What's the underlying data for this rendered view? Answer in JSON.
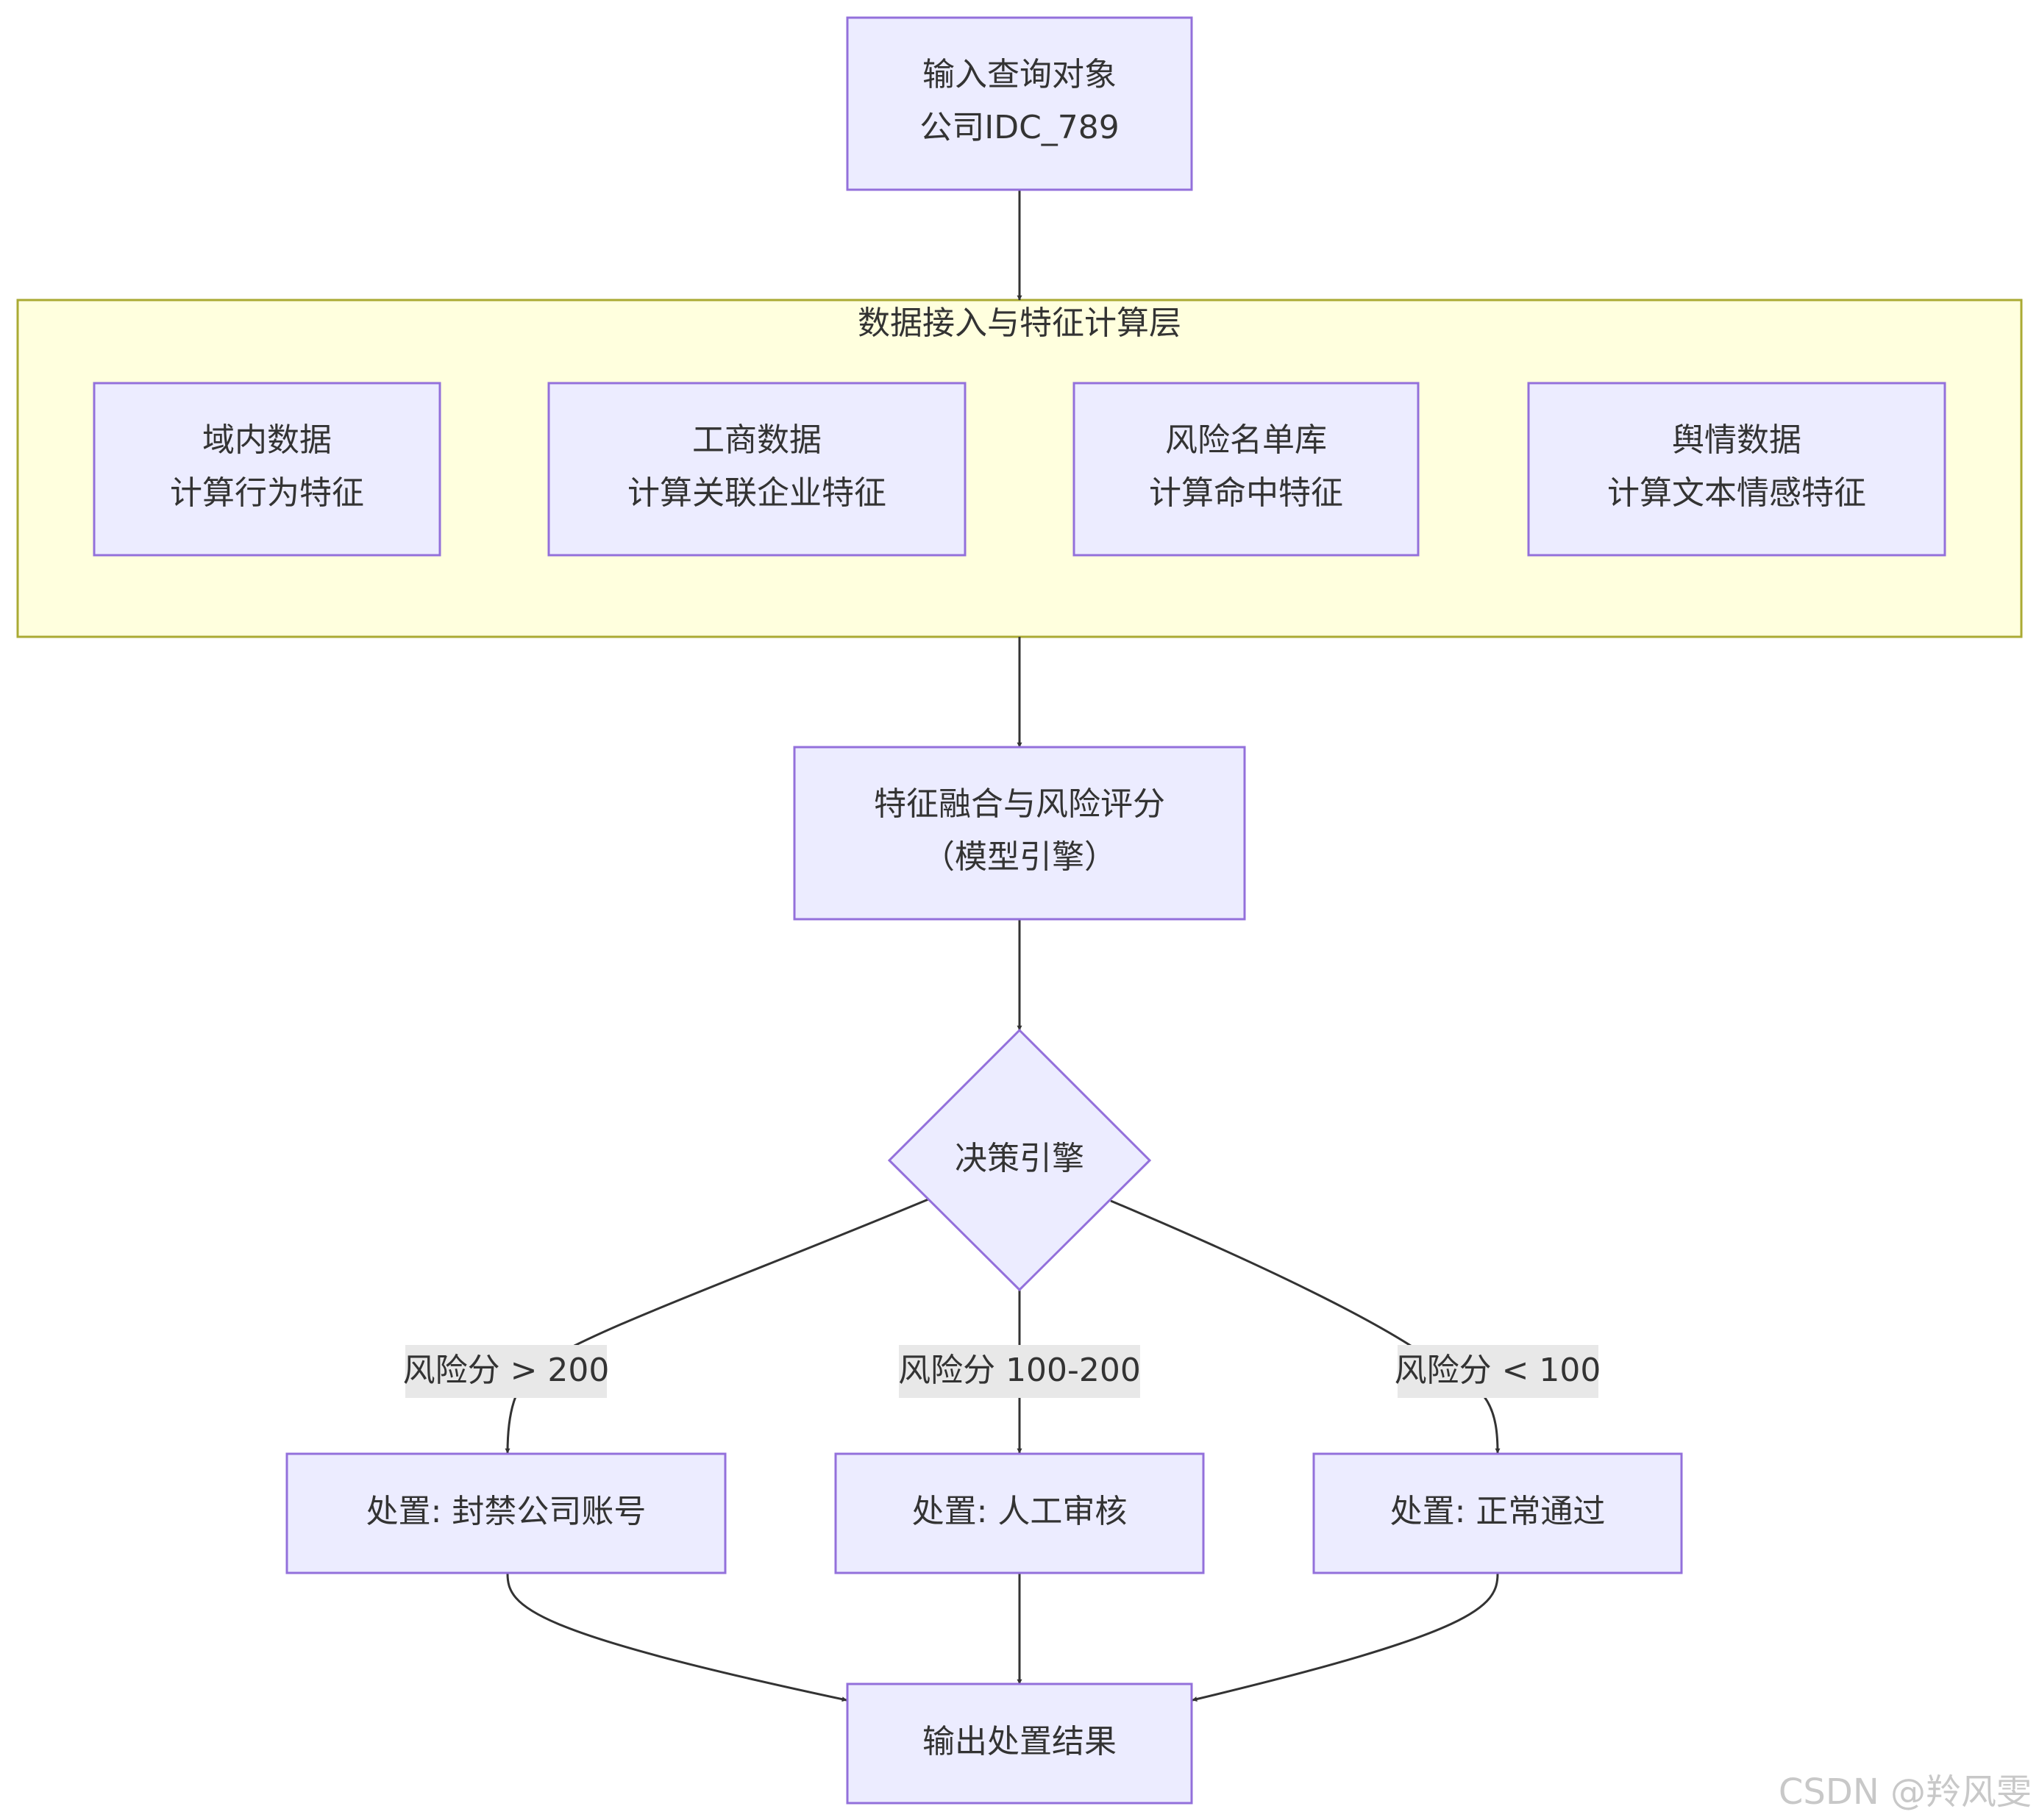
{
  "nodes": {
    "input": {
      "lines": [
        "输入查询对象",
        "公司IDC_789"
      ]
    },
    "layer": {
      "title": "数据接入与特征计算层"
    },
    "internal": {
      "lines": [
        "域内数据",
        "计算行为特征"
      ]
    },
    "business": {
      "lines": [
        "工商数据",
        "计算关联企业特征"
      ]
    },
    "risklist": {
      "lines": [
        "风险名单库",
        "计算命中特征"
      ]
    },
    "sentiment": {
      "lines": [
        "舆情数据",
        "计算文本情感特征"
      ]
    },
    "fusion": {
      "lines": [
        "特征融合与风险评分",
        "（模型引擎）"
      ]
    },
    "decision": {
      "label": "决策引擎"
    },
    "ban": {
      "label": "处置: 封禁公司账号"
    },
    "review": {
      "label": "处置: 人工审核"
    },
    "pass": {
      "label": "处置: 正常通过"
    },
    "output": {
      "label": "输出处置结果"
    }
  },
  "edge_labels": {
    "high": "风险分 > 200",
    "mid": "风险分 100-200",
    "low": "风险分 < 100"
  },
  "watermark": "CSDN @羚风雯",
  "colors": {
    "node_fill": "#ECECFF",
    "node_stroke": "#9370DB",
    "cluster_fill": "#FFFFDE",
    "cluster_stroke": "#AAAA33",
    "edge": "#333333",
    "edge_label_bg": "#E8E8E8"
  }
}
